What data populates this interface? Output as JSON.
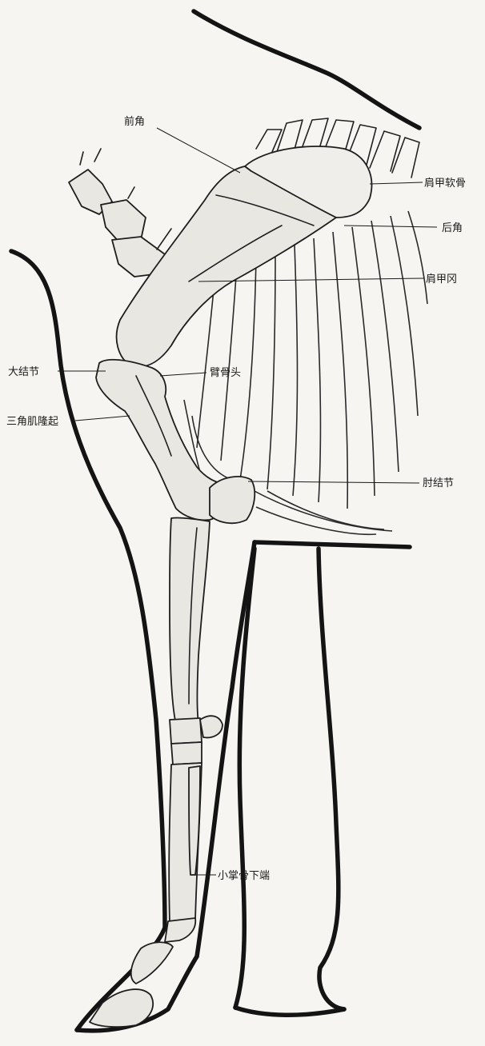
{
  "labels": {
    "anterior_angle": "前角",
    "scapular_cartilage": "肩甲软骨",
    "posterior_angle": "后角",
    "scapular_spine": "肩甲冈",
    "greater_tubercle": "大结节",
    "humeral_head": "臂骨头",
    "deltoid_tuberosity": "三角肌隆起",
    "olecranon": "肘结节",
    "small_metacarpal_distal_end": "小掌骨下端"
  }
}
